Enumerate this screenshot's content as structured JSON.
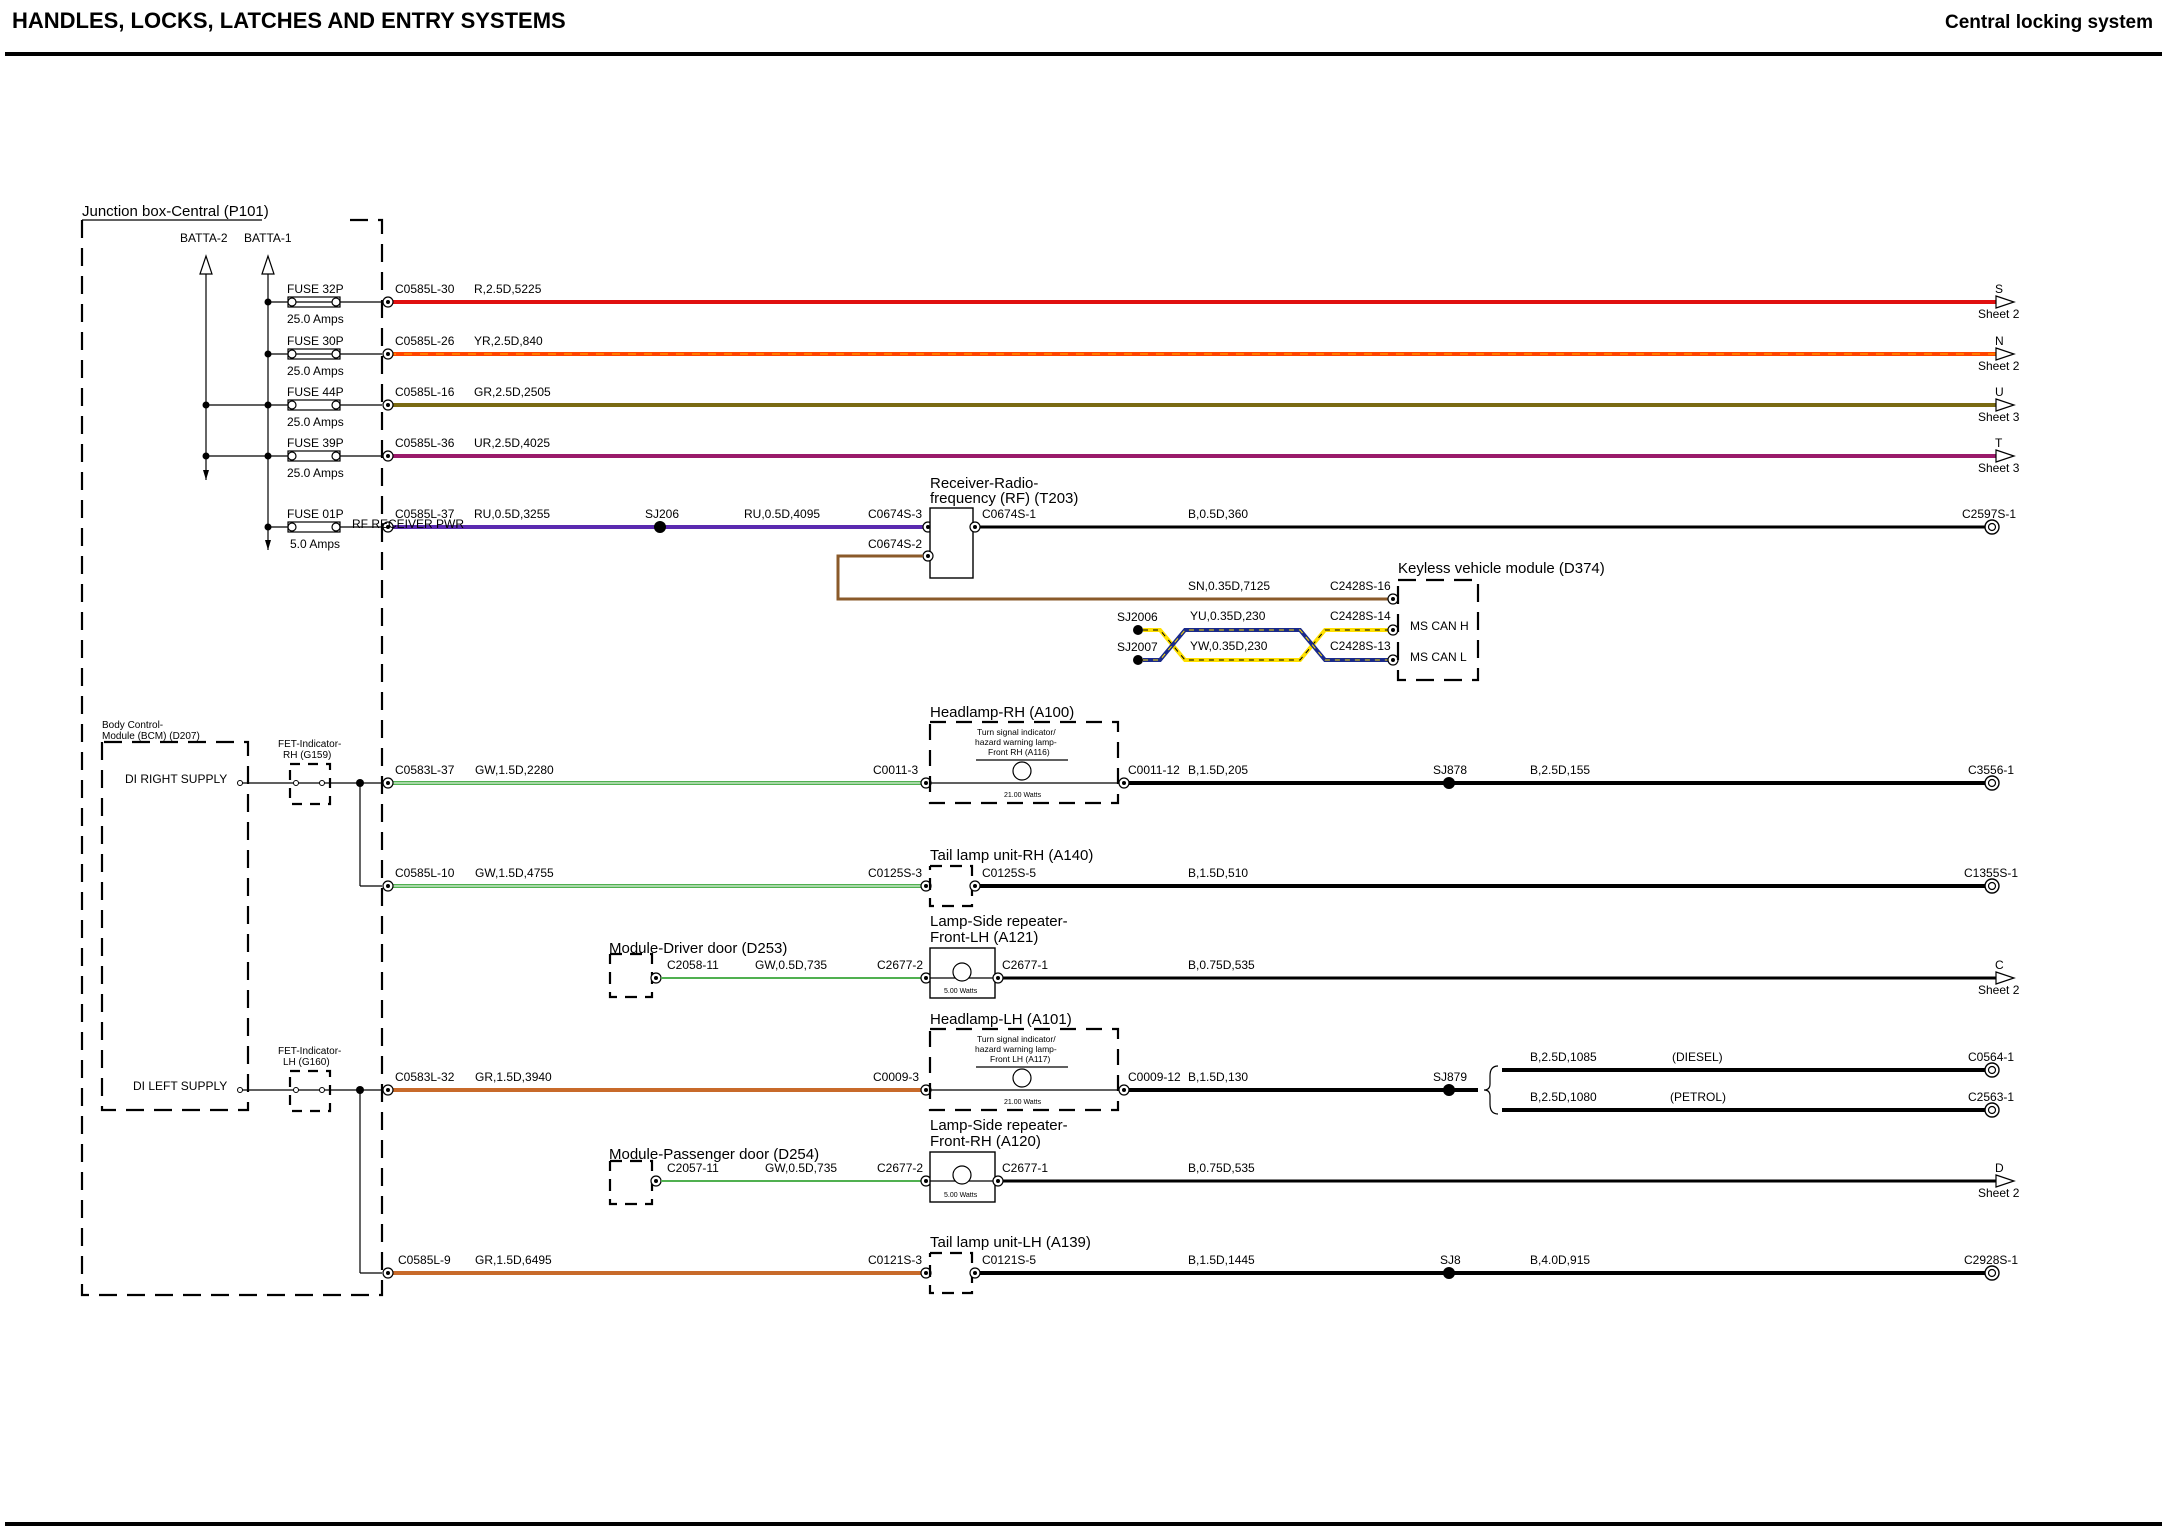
{
  "header": {
    "title": "HANDLES, LOCKS, LATCHES AND ENTRY SYSTEMS",
    "subtitle": "Central locking system"
  },
  "colors": {
    "red": "#e01010",
    "orange_red": "#ff4400",
    "olive": "#7a6a12",
    "purple": "#9a1a6a",
    "violet": "#5a2ab0",
    "brown": "#8a5a2a",
    "green": "#50b050",
    "orange_brown": "#c86a2a",
    "black": "#000000"
  },
  "components": {
    "junction_box": "Junction box-Central (P101)",
    "batt_a2": "BATTA-2",
    "batt_a1": "BATTA-1",
    "receiver_l1": "Receiver-Radio-",
    "receiver_l2": "frequency (RF) (T203)",
    "keyless": "Keyless vehicle module (D374)",
    "ms_can_h": "MS CAN H",
    "ms_can_l": "MS CAN L",
    "bcm_l1": "Body Control-",
    "bcm_l2": "Module (BCM) (D207)",
    "di_right": "DI RIGHT SUPPLY",
    "di_left": "DI LEFT SUPPLY",
    "fet_rh_l1": "FET-Indicator-",
    "fet_rh_l2": "RH (G159)",
    "fet_lh_l1": "FET-Indicator-",
    "fet_lh_l2": "LH (G160)",
    "headlamp_rh": "Headlamp-RH (A100)",
    "headlamp_rh_sub1": "Turn signal indicator/",
    "headlamp_rh_sub2": "hazard warning lamp-",
    "headlamp_rh_sub3": "Front RH (A116)",
    "headlamp_rh_watts": "21.00 Watts",
    "tail_rh": "Tail lamp unit-RH (A140)",
    "side_rep_lh_l1": "Lamp-Side repeater-",
    "side_rep_lh_l2": "Front-LH (A121)",
    "side_rep_lh_watts": "5.00 Watts",
    "driver_door": "Module-Driver door (D253)",
    "headlamp_lh": "Headlamp-LH (A101)",
    "headlamp_lh_sub1": "Turn signal indicator/",
    "headlamp_lh_sub2": "hazard warning lamp-",
    "headlamp_lh_sub3": "Front LH (A117)",
    "headlamp_lh_watts": "21.00 Watts",
    "side_rep_rh_l1": "Lamp-Side repeater-",
    "side_rep_rh_l2": "Front-RH (A120)",
    "side_rep_rh_watts": "5.00 Watts",
    "passenger_door": "Module-Passenger door (D254)",
    "tail_lh": "Tail lamp unit-LH (A139)",
    "rf_receiver_pwr": "RF RECEIVER PWR"
  },
  "fuses": [
    {
      "name": "FUSE 32P",
      "rating": "25.0 Amps"
    },
    {
      "name": "FUSE 30P",
      "rating": "25.0 Amps"
    },
    {
      "name": "FUSE 44P",
      "rating": "25.0 Amps"
    },
    {
      "name": "FUSE 39P",
      "rating": "25.0 Amps"
    },
    {
      "name": "FUSE 01P",
      "rating": "5.0 Amps"
    }
  ],
  "wires": {
    "w1": {
      "conn": "C0585L-30",
      "spec": "R,2.5D,5225",
      "dest": "S",
      "sheet": "Sheet 2"
    },
    "w2": {
      "conn": "C0585L-26",
      "spec": "YR,2.5D,840",
      "dest": "N",
      "sheet": "Sheet 2"
    },
    "w3": {
      "conn": "C0585L-16",
      "spec": "GR,2.5D,2505",
      "dest": "U",
      "sheet": "Sheet 3"
    },
    "w4": {
      "conn": "C0585L-36",
      "spec": "UR,2.5D,4025",
      "dest": "T",
      "sheet": "Sheet 3"
    },
    "w5": {
      "conn": "C0585L-37",
      "spec": "RU,0.5D,3255",
      "splice": "SJ206",
      "spec2": "RU,0.5D,4095",
      "rx_in": "C0674S-3",
      "rx_gnd": "C0674S-2",
      "rx_out": "C0674S-1",
      "spec3": "B,0.5D,360",
      "dest": "C2597S-1"
    },
    "w6": {
      "spec": "SN,0.35D,7125",
      "conn": "C2428S-16"
    },
    "w7": {
      "splice": "SJ2006",
      "spec": "YU,0.35D,230",
      "conn": "C2428S-14"
    },
    "w8": {
      "splice": "SJ2007",
      "spec": "YW,0.35D,230",
      "conn": "C2428S-13"
    },
    "w9": {
      "conn": "C0583L-37",
      "spec": "GW,1.5D,2280",
      "conn2": "C0011-3",
      "conn3": "C0011-12",
      "spec2": "B,1.5D,205",
      "splice": "SJ878",
      "spec3": "B,2.5D,155",
      "dest": "C3556-1"
    },
    "w10": {
      "conn": "C0585L-10",
      "spec": "GW,1.5D,4755",
      "conn2": "C0125S-3",
      "conn3": "C0125S-5",
      "spec2": "B,1.5D,510",
      "dest": "C1355S-1"
    },
    "w11": {
      "conn": "C2058-11",
      "spec": "GW,0.5D,735",
      "conn2": "C2677-2",
      "conn3": "C2677-1",
      "spec2": "B,0.75D,535",
      "dest": "C",
      "sheet": "Sheet 2"
    },
    "w12": {
      "conn": "C0583L-32",
      "spec": "GR,1.5D,3940",
      "conn2": "C0009-3",
      "conn3": "C0009-12",
      "spec2": "B,1.5D,130",
      "splice": "SJ879"
    },
    "w12a": {
      "spec": "B,2.5D,1085",
      "note": "(DIESEL)",
      "dest": "C0564-1"
    },
    "w12b": {
      "spec": "B,2.5D,1080",
      "note": "(PETROL)",
      "dest": "C2563-1"
    },
    "w13": {
      "conn": "C2057-11",
      "spec": "GW,0.5D,735",
      "conn2": "C2677-2",
      "conn3": "C2677-1",
      "spec2": "B,0.75D,535",
      "dest": "D",
      "sheet": "Sheet 2"
    },
    "w14": {
      "conn": "C0585L-9",
      "spec": "GR,1.5D,6495",
      "conn2": "C0121S-3",
      "conn3": "C0121S-5",
      "spec2": "B,1.5D,1445",
      "splice": "SJ8",
      "spec3": "B,4.0D,915",
      "dest": "C2928S-1"
    }
  }
}
